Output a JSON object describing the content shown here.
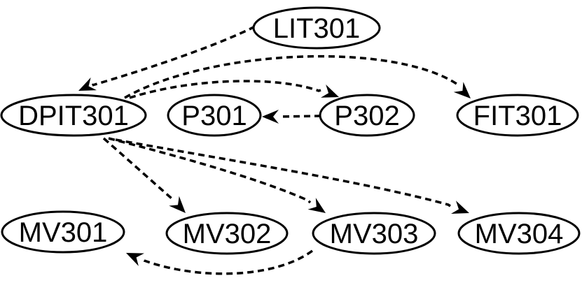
{
  "nodes": [
    {
      "id": "LIT301",
      "label": "LIT301"
    },
    {
      "id": "DPIT301",
      "label": "DPIT301"
    },
    {
      "id": "P301",
      "label": "P301"
    },
    {
      "id": "P302",
      "label": "P302"
    },
    {
      "id": "FIT301",
      "label": "FIT301"
    },
    {
      "id": "MV301",
      "label": "MV301"
    },
    {
      "id": "MV302",
      "label": "MV302"
    },
    {
      "id": "MV303",
      "label": "MV303"
    },
    {
      "id": "MV304",
      "label": "MV304"
    }
  ],
  "edges": [
    {
      "from": "LIT301",
      "to": "DPIT301"
    },
    {
      "from": "DPIT301",
      "to": "FIT301"
    },
    {
      "from": "DPIT301",
      "to": "P302"
    },
    {
      "from": "P302",
      "to": "P301"
    },
    {
      "from": "DPIT301",
      "to": "MV302"
    },
    {
      "from": "DPIT301",
      "to": "MV303"
    },
    {
      "from": "DPIT301",
      "to": "MV304"
    },
    {
      "from": "MV303",
      "to": "MV301"
    }
  ],
  "style": {
    "stroke_color": "#000000",
    "fill_color": "#ffffff",
    "edge_style": "dashed"
  }
}
